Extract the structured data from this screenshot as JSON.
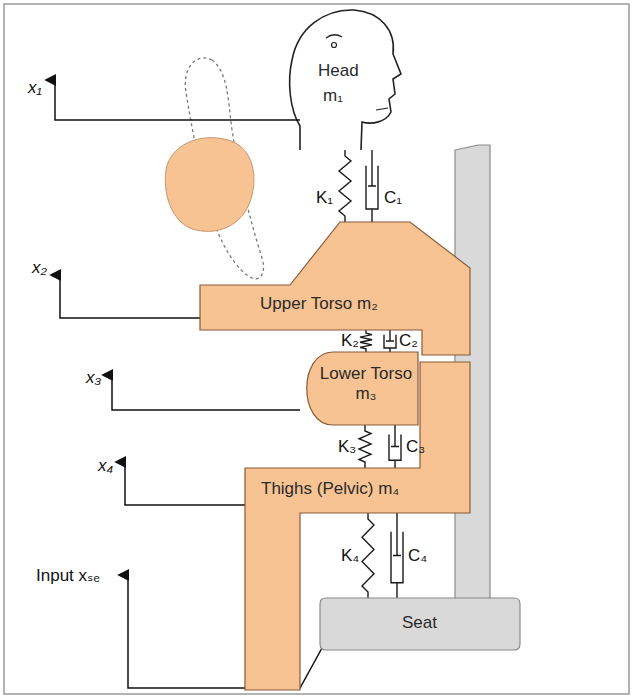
{
  "diagram": {
    "nodes": [
      {
        "text": [
          "Head",
          "m₁"
        ]
      },
      {
        "text": [
          "Upper Torso m₂"
        ]
      },
      {
        "text": [
          "Lower Torso m₃"
        ]
      },
      {
        "text": [
          "Thighs (Pelvic) m₄"
        ]
      },
      {
        "text": [
          "Seat"
        ]
      }
    ],
    "edges": [
      {
        "from": 0,
        "to": 1,
        "arrow": "none"
      },
      {
        "from": 1,
        "to": 2,
        "arrow": "none"
      },
      {
        "from": 2,
        "to": 3,
        "arrow": "none"
      },
      {
        "from": 3,
        "to": 4,
        "arrow": "none"
      }
    ],
    "labels": [
      "x₁",
      "x₂",
      "x₃",
      "x₄",
      "Input xₛₑ",
      "K₁",
      "C₁",
      "K₂",
      "C₂",
      "K₃",
      "C₃",
      "K₄",
      "C₄"
    ]
  }
}
